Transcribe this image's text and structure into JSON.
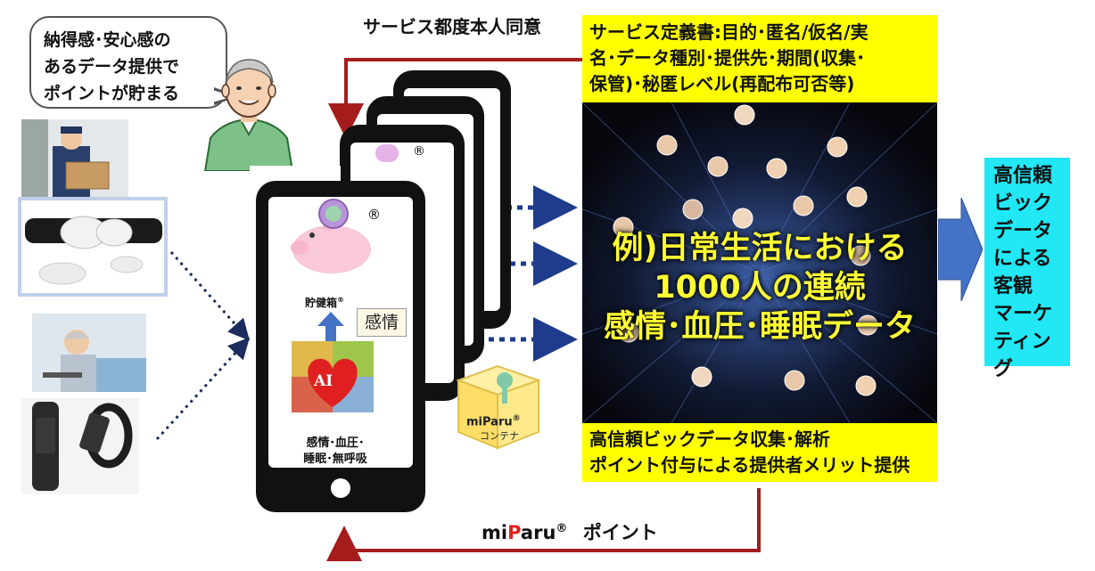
{
  "speech_bubble": {
    "line1": "納得感･安心感の",
    "line2": "あるデータ提供で",
    "line3": "ポイントが貯まる"
  },
  "consent_label": "サービス都度本人同意",
  "service_definition": {
    "line1": "サービス定義書:目的･匿名/仮名/実",
    "line2": "名･データ種別･提供先･期間(収集･",
    "line3": "保管)･秘匿レベル(再配布可否等)"
  },
  "center_text": {
    "line1": "例)日常生活における",
    "line2": "1000人の連続",
    "line3": "感情･血圧･睡眠データ"
  },
  "collection_box": {
    "line1": "高信頼ビックデータ収集･解析",
    "line2": "ポイント付与による提供者メリット提供"
  },
  "output_box": {
    "lines": [
      "高信頼",
      "ビック",
      "データ",
      "による",
      "客観",
      "マーケ",
      "ティング"
    ]
  },
  "phone": {
    "registered_mark": "®",
    "piggy_label": "貯健箱",
    "piggy_label_mark": "®",
    "emotion_tag": "感情",
    "ai_label": "AI",
    "measure_line1": "感情･血圧･",
    "measure_line2": "睡眠･無呼吸"
  },
  "container": {
    "brand": "miParu",
    "brand_mark": "®",
    "label": "コンテナ"
  },
  "points_label": {
    "prefix": "mi",
    "p": "P",
    "rest": "aru",
    "mark": "®",
    "suffix": "ポイント"
  },
  "colors": {
    "arrow_red": "#a51c1c",
    "arrow_blue": "#1f3b8c",
    "big_arrow": "#4472c4",
    "yellow": "#ffff00",
    "cyan": "#22e7f5",
    "pink": "#f9c8d9",
    "heart_red": "#e02020"
  },
  "icons": [
    "user-avatar-icon",
    "piggy-bank-icon",
    "heart-ai-icon",
    "key-icon",
    "home-button-icon"
  ]
}
